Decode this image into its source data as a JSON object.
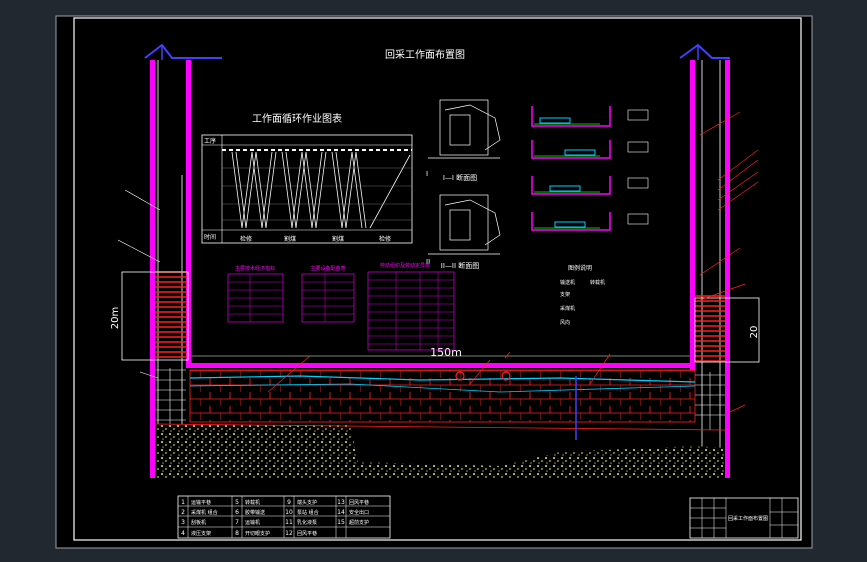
{
  "drawing": {
    "title": "回采工作面布置图",
    "cycle_table_title": "工作面循环作业图表",
    "cycle_row_labels": [
      "工序",
      "时间"
    ],
    "cycle_footer": [
      "检修",
      "割煤",
      "割煤",
      "检修"
    ],
    "dim_150": "150m",
    "dim_20_left": "20m",
    "dim_20_right": "20",
    "section_labels": [
      "I",
      "II"
    ],
    "section_caption_1": "I—I 断面图",
    "section_caption_2": "II—II 断面图",
    "legend_title": "图例说明",
    "table_a_title": "主要技术经济指标",
    "table_b_title": "主要设备配备表",
    "table_c_title": "劳动组织及劳动定员表",
    "legend_rows": [
      "输送机",
      "转载机",
      "支架",
      "采煤机",
      "风向"
    ],
    "parts": [
      {
        "no": "1",
        "name": "运输平巷"
      },
      {
        "no": "2",
        "name": "采煤机 组合"
      },
      {
        "no": "3",
        "name": "刮板机"
      },
      {
        "no": "4",
        "name": "液压支架"
      },
      {
        "no": "5",
        "name": "转载机"
      },
      {
        "no": "6",
        "name": "胶带输送"
      },
      {
        "no": "7",
        "name": "运输机"
      },
      {
        "no": "8",
        "name": "开切眼支护"
      },
      {
        "no": "9",
        "name": "端头支护"
      },
      {
        "no": "10",
        "name": "泵站 组合"
      },
      {
        "no": "11",
        "name": "乳化液泵"
      },
      {
        "no": "12",
        "name": "回风平巷"
      },
      {
        "no": "13",
        "name": "回风平巷"
      },
      {
        "no": "14",
        "name": "安全出口"
      },
      {
        "no": "15",
        "name": "超前支护"
      }
    ],
    "title_block_text": "回采工作面布置图"
  },
  "colors": {
    "background": "#000000",
    "frame": "#ffffff",
    "magenta": "#ff00ff",
    "red": "#ff2020",
    "cyan": "#00d0ff",
    "yellow": "#e8e85a",
    "blue": "#4040ff",
    "green": "#00c800"
  }
}
